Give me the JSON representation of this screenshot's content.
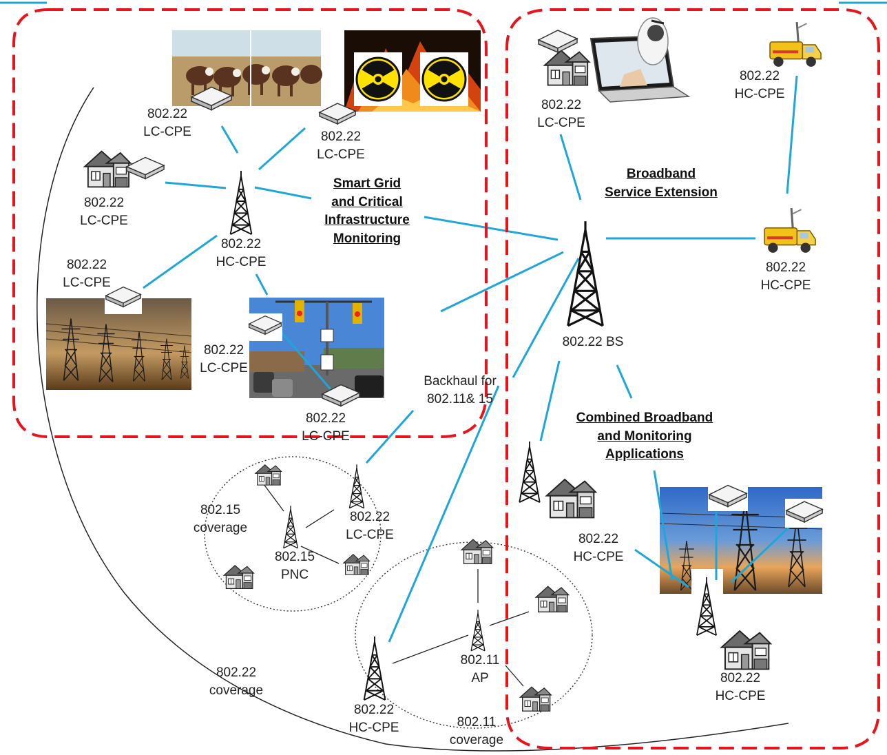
{
  "colors": {
    "link": "#1fa6d8",
    "zone": "#e8141b",
    "thin": "#333333"
  },
  "headers": {
    "smart_grid": "Smart Grid\nand Critical\nInfrastructure\nMonitoring",
    "broadband": "Broadband\nService Extension",
    "combined": "Combined Broadband\nand Monitoring\nApplications"
  },
  "labels": {
    "cattle_cpe": "802.22\nLC-CPE",
    "fire_cpe": "802.22\nLC-CPE",
    "house_cpe": "802.22\nLC-CPE",
    "hc_center": "802.22\nHC-CPE",
    "power_cpe": "802.22\nLC-CPE",
    "traffic_left": "802.22\nLC-CPE",
    "traffic_bottom": "802.22\nLC-CPE",
    "laptop_cpe": "802.22\nLC-CPE",
    "truck_top": "802.22\nHC-CPE",
    "truck_right": "802.22\nHC-CPE",
    "bs": "802.22 BS",
    "backhaul": "Backhaul for\n802.11& 15",
    "pnc_tower": "802.22\nLC-CPE",
    "cov15": "802.15\ncoverage",
    "pnc": "802.15\nPNC",
    "mid_hc": "802.22\nHC-CPE",
    "bot_right_hc": "802.22\nHC-CPE",
    "ap": "802.11\nAP",
    "bottom_hc": "802.22\nHC-CPE",
    "cov11": "802.11\ncoverage",
    "cov22": "802.22\ncoverage"
  }
}
